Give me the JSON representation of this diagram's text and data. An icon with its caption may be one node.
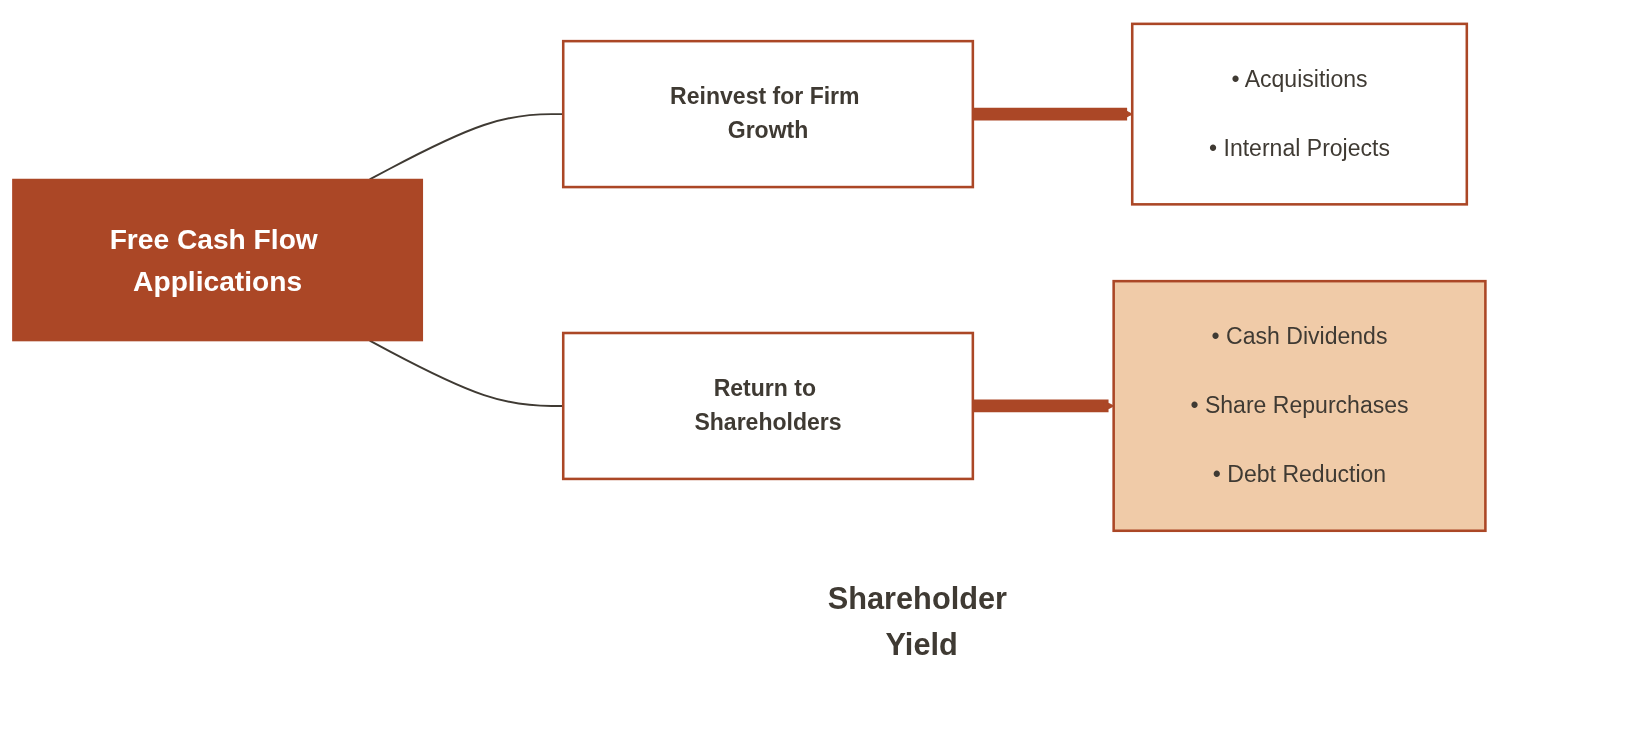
{
  "diagram": {
    "nodes": [
      {
        "text": [
          "Free Cash Flow Applications"
        ]
      },
      {
        "text": [
          "Reinvest for Firm Growth"
        ]
      },
      {
        "text": [
          "Return to Shareholders"
        ]
      },
      {
        "text": [
          "• Acquisitions",
          "• Internal Projects"
        ]
      },
      {
        "text": [
          "• Cash Dividends",
          "• Share Repurchases",
          "• Debt Reduction"
        ],
        "beside": [
          "Shareholder Yield"
        ]
      }
    ],
    "edges": [
      {
        "from": 0,
        "to": 1,
        "arrow": "none"
      },
      {
        "from": 0,
        "to": 2,
        "arrow": "none"
      },
      {
        "from": 1,
        "to": 3,
        "arrow": "to",
        "style": "thick",
        "color": "#ab4726"
      },
      {
        "from": 2,
        "to": 4,
        "arrow": "to",
        "style": "thick",
        "color": "#ab4726"
      }
    ]
  }
}
